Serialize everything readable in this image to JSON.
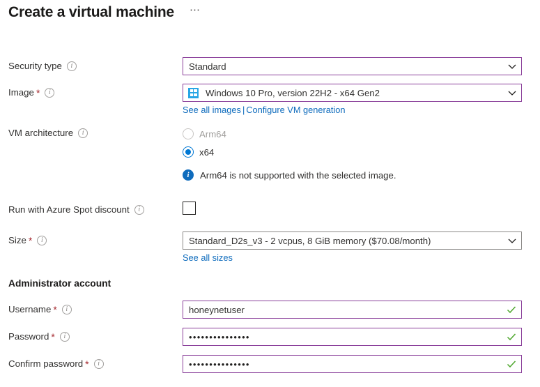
{
  "header": {
    "title": "Create a virtual machine",
    "more_menu": "⋯"
  },
  "form": {
    "security_type": {
      "label": "Security type",
      "value": "Standard",
      "info": "info-icon"
    },
    "image": {
      "label": "Image",
      "required_marker": "*",
      "value": "Windows 10 Pro, version 22H2 - x64 Gen2",
      "icon": "windows-logo-icon",
      "link_see_all": "See all images",
      "link_separator": "|",
      "link_configure": "Configure VM generation"
    },
    "vm_architecture": {
      "label": "VM architecture",
      "options": [
        {
          "label": "Arm64",
          "selected": false,
          "disabled": true
        },
        {
          "label": "x64",
          "selected": true,
          "disabled": false
        }
      ],
      "message": "Arm64 is not supported with the selected image."
    },
    "spot_discount": {
      "label": "Run with Azure Spot discount",
      "checked": false
    },
    "size": {
      "label": "Size",
      "required_marker": "*",
      "value": "Standard_D2s_v3 - 2 vcpus, 8 GiB memory ($70.08/month)",
      "link_see_all": "See all sizes"
    },
    "administrator_account": {
      "heading": "Administrator account",
      "username": {
        "label": "Username",
        "required_marker": "*",
        "value": "honeynetuser",
        "valid": true
      },
      "password": {
        "label": "Password",
        "required_marker": "*",
        "value": "•••••••••••••••",
        "valid": true
      },
      "confirm_password": {
        "label": "Confirm password",
        "required_marker": "*",
        "value": "•••••••••••••••",
        "valid": true
      }
    }
  },
  "colors": {
    "field_border_active": "#8a3f9a",
    "field_border_default": "#8a8886",
    "link": "#0f6cbd",
    "required_asterisk": "#a4262c",
    "radio_accent": "#0078d4",
    "valid_check": "#4fa72e",
    "windows_icon": "#27a5e5"
  }
}
